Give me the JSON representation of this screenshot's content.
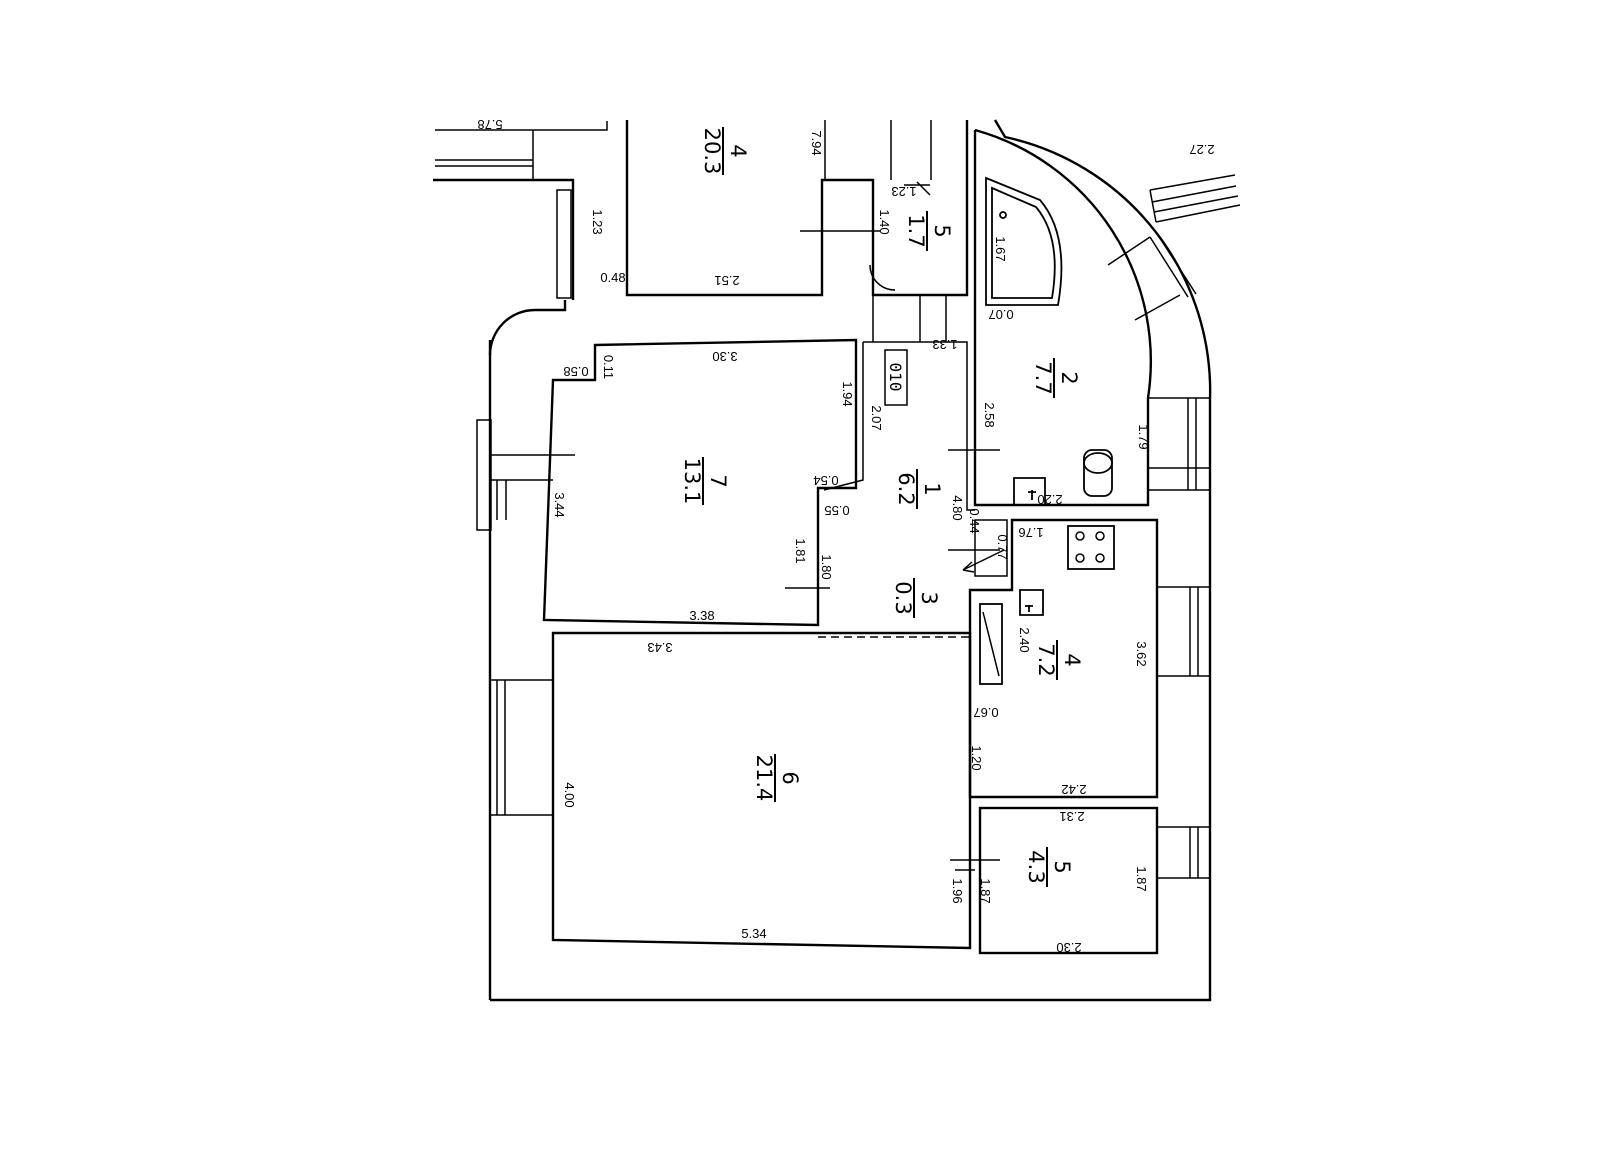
{
  "rooms": [
    {
      "id": "r4top",
      "number": "4",
      "area": "20.3"
    },
    {
      "id": "r5top",
      "number": "5",
      "area": "1.7"
    },
    {
      "id": "r2",
      "number": "2",
      "area": "7.7"
    },
    {
      "id": "r7",
      "number": "7",
      "area": "13.1"
    },
    {
      "id": "r1",
      "number": "1",
      "area": "6.2"
    },
    {
      "id": "r3",
      "number": "3",
      "area": "0.3"
    },
    {
      "id": "r4",
      "number": "4",
      "area": "7.2"
    },
    {
      "id": "r6",
      "number": "6",
      "area": "21.4"
    },
    {
      "id": "r5",
      "number": "5",
      "area": "4.3"
    }
  ],
  "dimensions": [
    "5.78",
    "7.94",
    "1.23",
    "0.48",
    "2.51",
    "1.23",
    "1.40",
    "2.27",
    "1.67",
    "0.07",
    "1.33",
    "3.30",
    "0.11",
    "0.58",
    "1.94",
    "2.07",
    "2.58",
    "1.79",
    "3.44",
    "0.54",
    "0.55",
    "4.80",
    "2.20",
    "1.81",
    "1.80",
    "0.44",
    "0.77",
    "1.76",
    "3.38",
    "3.43",
    "2.40",
    "3.62",
    "0.67",
    "1.20",
    "4.00",
    "2.42",
    "2.31",
    "1.96",
    "1.87",
    "1.87",
    "5.34",
    "2.30"
  ],
  "marker": "010"
}
